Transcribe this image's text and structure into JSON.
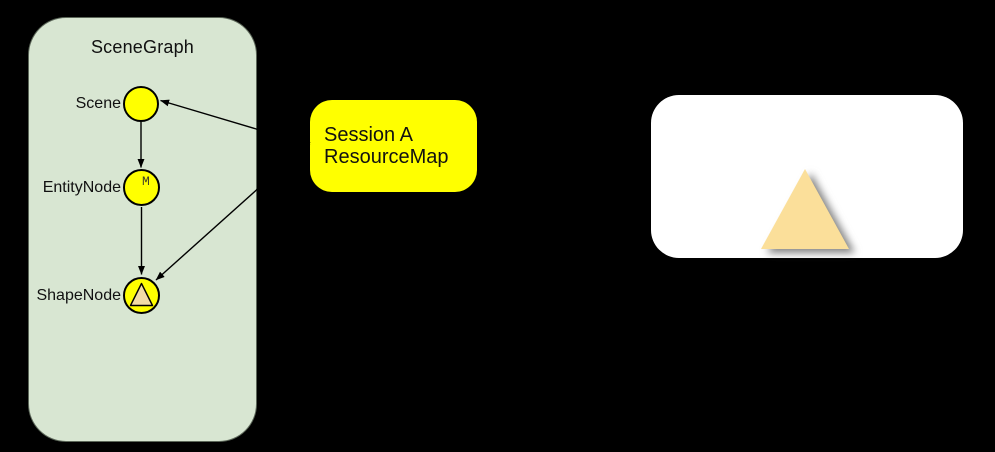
{
  "canvas": {
    "background": "#000000"
  },
  "scenegraph": {
    "title": "SceneGraph",
    "fill": "#d8e6d2",
    "node_fill": "#ffff00",
    "nodes": [
      {
        "id": "scene",
        "label": "Scene",
        "symbol": ""
      },
      {
        "id": "entity-node",
        "label": "EntityNode",
        "symbol": "M"
      },
      {
        "id": "shape-node",
        "label": "ShapeNode",
        "symbol": "triangle-icon"
      }
    ]
  },
  "session_box": {
    "line1": "Session A",
    "line2": "ResourceMap",
    "fill": "#ffff00"
  },
  "render_panel": {
    "fill": "#ffffff",
    "triangle_fill": "#fbdf9a",
    "shape_node_triangle_fill": "#f2dca6"
  },
  "edges": [
    {
      "from": "scene",
      "to": "entity-node"
    },
    {
      "from": "entity-node",
      "to": "shape-node"
    },
    {
      "from": "session-resource-map",
      "to": "scene"
    },
    {
      "from": "session-resource-map",
      "to": "shape-node"
    }
  ]
}
